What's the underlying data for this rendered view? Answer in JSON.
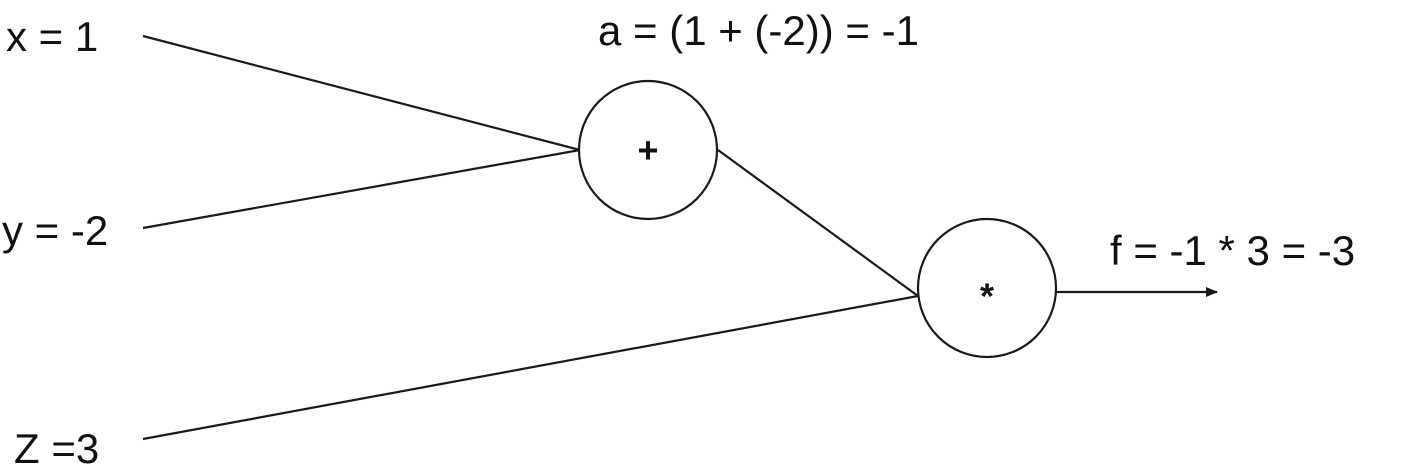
{
  "inputs": {
    "x": "x = 1",
    "y": "y = -2",
    "z": "Z =3"
  },
  "nodes": {
    "add": {
      "symbol": "+",
      "annotation": "a = (1 + (-2)) = -1"
    },
    "mul": {
      "symbol": "*",
      "annotation": "f = -1 * 3 = -3"
    }
  }
}
